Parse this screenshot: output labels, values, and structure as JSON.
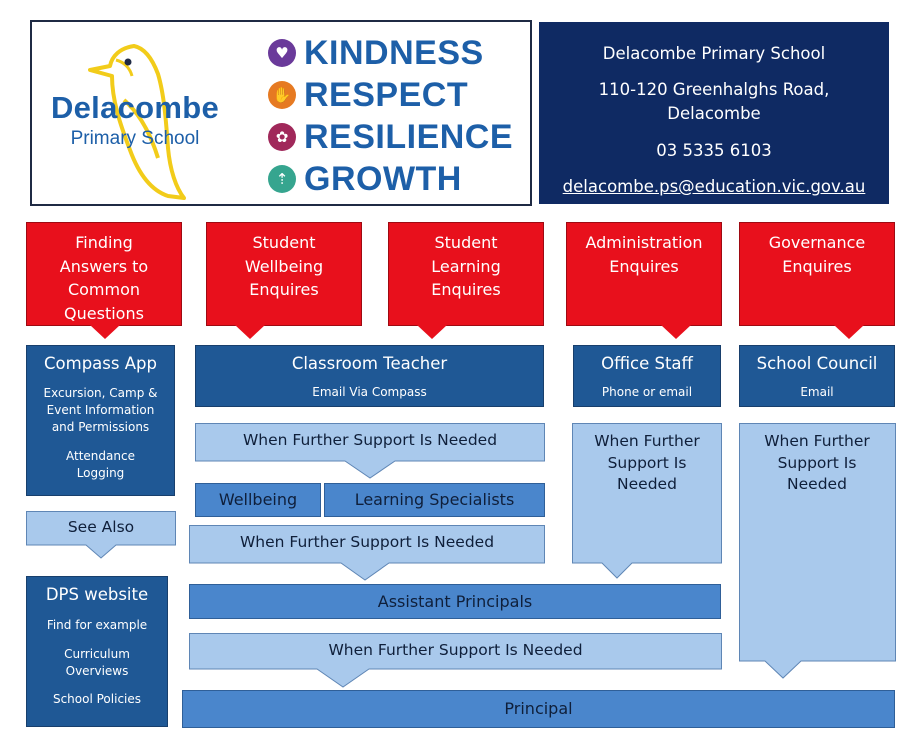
{
  "header": {
    "school_name_line1": "Delacombe",
    "school_name_line2": "Primary School",
    "values": [
      {
        "label": "KINDNESS",
        "color": "#6a3a9a",
        "icon": "heart-hands-icon"
      },
      {
        "label": "RESPECT",
        "color": "#e67a22",
        "icon": "handshake-icon"
      },
      {
        "label": "RESILIENCE",
        "color": "#a0285a",
        "icon": "seedling-icon"
      },
      {
        "label": "GROWTH",
        "color": "#36a58f",
        "icon": "growth-arrows-icon"
      }
    ],
    "contact": {
      "name": "Delacombe Primary School",
      "address_line1": "110-120 Greenhalghs Road,",
      "address_line2": "Delacombe",
      "phone": "03 5335 6103",
      "email": "delacombe.ps@education.vic.gov.au"
    }
  },
  "categories": [
    {
      "label": "Finding Answers to Common Questions"
    },
    {
      "label": "Student Wellbeing Enquires"
    },
    {
      "label": "Student Learning Enquires"
    },
    {
      "label": "Administration Enquires"
    },
    {
      "label": "Governance Enquires"
    }
  ],
  "compass": {
    "title": "Compass App",
    "item1": "Excursion, Camp & Event Information and Permissions",
    "item2": "Attendance Logging"
  },
  "see_also": "See Also",
  "dps": {
    "title": "DPS website",
    "item1": "Find for example",
    "item2": "Curriculum Overviews",
    "item3": "School Policies"
  },
  "classroom": {
    "title": "Classroom Teacher",
    "sub": "Email Via Compass"
  },
  "office": {
    "title": "Office Staff",
    "sub": "Phone or email"
  },
  "council": {
    "title": "School Council",
    "sub": "Email"
  },
  "further_support": "When Further Support Is Needed",
  "further_support_tall": "When Further Support Is Needed",
  "wellbeing": "Wellbeing",
  "learning_specialists": "Learning Specialists",
  "assistant_principals": "Assistant Principals",
  "principal": "Principal",
  "colors": {
    "navy": "#0f2a63",
    "red": "#e8101c",
    "dark_blue": "#1f5895",
    "mid_blue": "#4a86cc",
    "light_blue": "#a9c9ec",
    "logo_blue": "#1d5fa8",
    "logo_yellow": "#f2cc1a"
  }
}
